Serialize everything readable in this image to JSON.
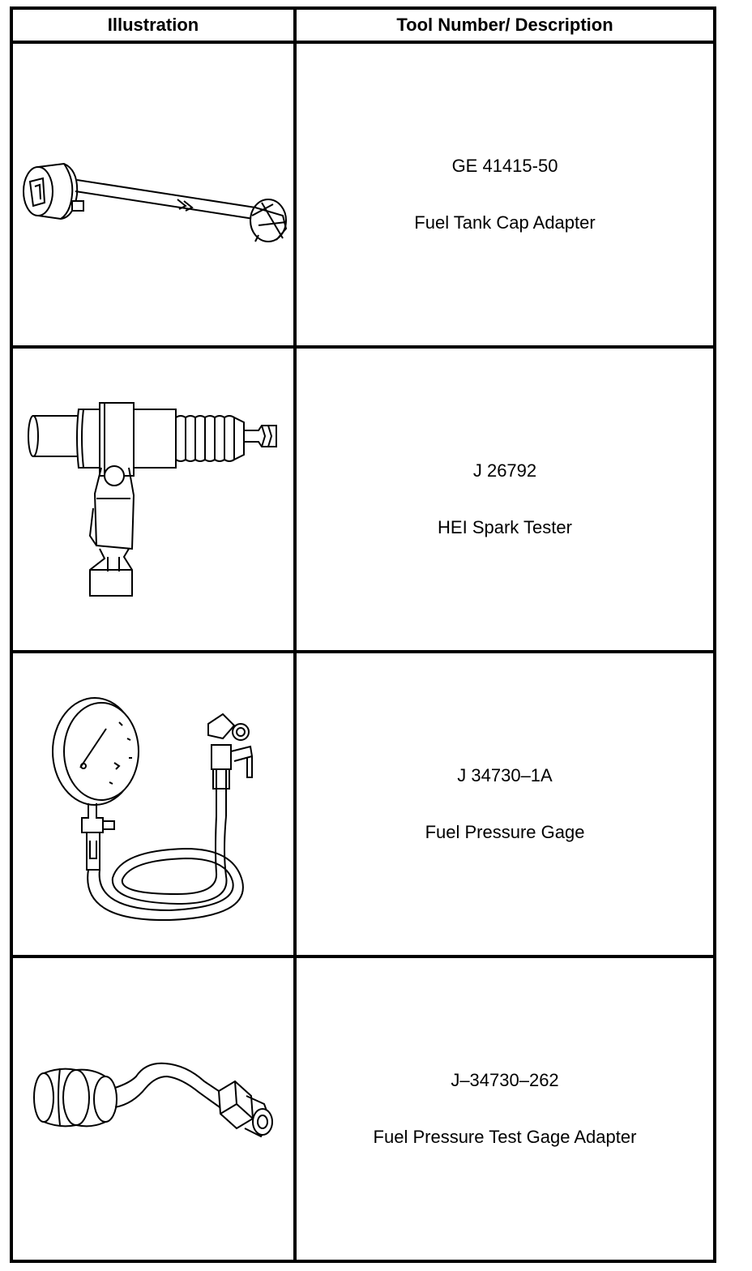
{
  "header": {
    "illustration": "Illustration",
    "description": "Tool Number/ Description"
  },
  "tools": [
    {
      "number": "GE 41415-50",
      "name": "Fuel Tank Cap Adapter",
      "icon": "fuel-tank-cap-adapter-icon"
    },
    {
      "number": "J 26792",
      "name": "HEI Spark Tester",
      "icon": "spark-tester-icon"
    },
    {
      "number": "J 34730–1A",
      "name": "Fuel Pressure Gage",
      "icon": "fuel-pressure-gage-icon"
    },
    {
      "number": "J–34730–262",
      "name": "Fuel Pressure Test Gage Adapter",
      "icon": "gage-adapter-icon"
    }
  ]
}
